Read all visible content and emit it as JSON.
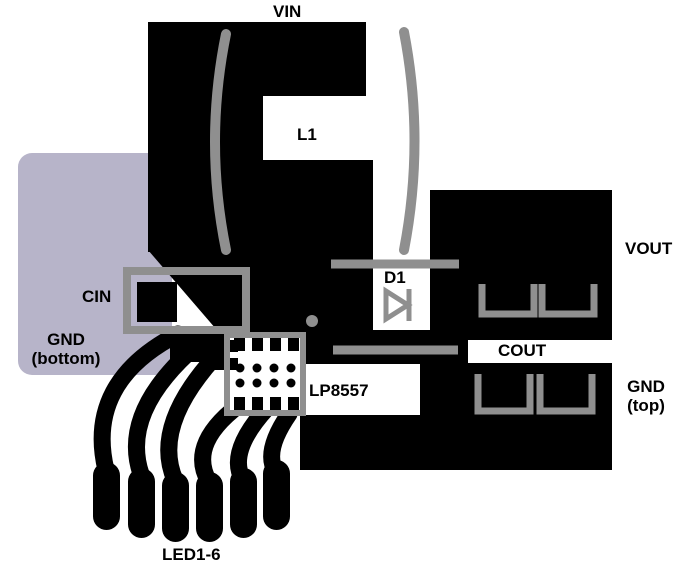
{
  "labels": {
    "vin": "VIN",
    "l1": "L1",
    "vout": "VOUT",
    "cin": "CIN",
    "gnd_bottom": {
      "line1": "GND",
      "line2": "(bottom)"
    },
    "d1": "D1",
    "cout": "COUT",
    "ic": "LP8557",
    "gnd_top": {
      "line1": "GND",
      "line2": "(top)"
    },
    "led": "LED1-6"
  },
  "colors": {
    "copper_top": "#000000",
    "copper_bottom": "#b7b4c9",
    "component_outline": "#8f8f8f",
    "background": "#ffffff"
  }
}
